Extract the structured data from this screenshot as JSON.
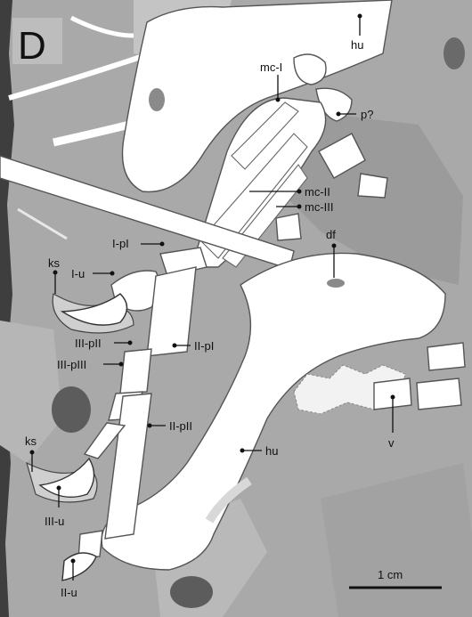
{
  "panel_letter": "D",
  "labels": {
    "hu_top": "hu",
    "mc_i": "mc-I",
    "p_q": "p?",
    "mc_ii": "mc-II",
    "mc_iii": "mc-III",
    "df": "df",
    "i_pi": "I-pI",
    "ks_upper": "ks",
    "i_u": "I-u",
    "iii_pii": "III-pII",
    "ii_pi": "II-pI",
    "iii_piii": "III-pIII",
    "ii_pii": "II-pII",
    "hu_mid": "hu",
    "v": "v",
    "ks_lower": "ks",
    "iii_u": "III-u",
    "ii_u": "II-u"
  },
  "scale_bar": {
    "label": "1 cm"
  },
  "colors": {
    "background": "#a9a9a9",
    "rock_light": "#c4c4c4",
    "rock_dark": "#3e3e3e",
    "bone": "#ffffff",
    "keratin_sheath": "#cfcfcf",
    "line": "#111111"
  }
}
